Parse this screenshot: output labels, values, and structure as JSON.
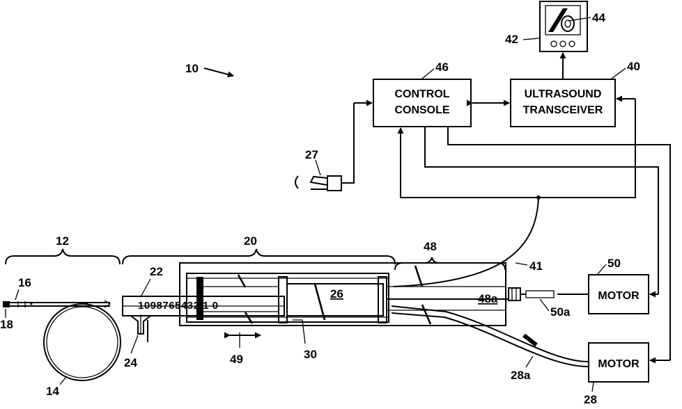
{
  "boxes": {
    "control_console": [
      "CONTROL",
      "CONSOLE"
    ],
    "ultrasound_transceiver": [
      "ULTRASOUND",
      "TRANSCEIVER"
    ],
    "motor_upper": "MOTOR",
    "motor_lower": "MOTOR"
  },
  "scale_text": "1098765432 1 0",
  "refs": {
    "r10": "10",
    "r12": "12",
    "r14": "14",
    "r16": "16",
    "r18": "18",
    "r20": "20",
    "r22": "22",
    "r24": "24",
    "r26": "26",
    "r27": "27",
    "r28": "28",
    "r28a": "28a",
    "r30": "30",
    "r40": "40",
    "r41": "41",
    "r42": "42",
    "r44": "44",
    "r46": "46",
    "r48": "48",
    "r48a": "48a",
    "r49": "49",
    "r50": "50",
    "r50a": "50a"
  },
  "colors": {
    "ink": "#000000",
    "paper": "#ffffff"
  }
}
